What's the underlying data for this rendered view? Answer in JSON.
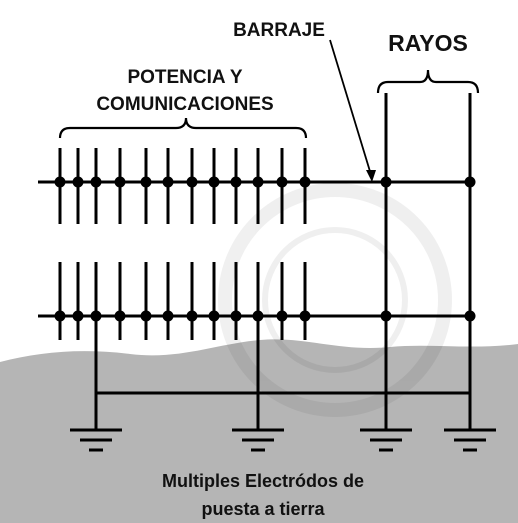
{
  "labels": {
    "barraje": "BARRAJE",
    "rayos": "RAYOS",
    "potencia_line1": "POTENCIA Y",
    "potencia_line2": "COMUNICACIONES",
    "ground_line1": "Multiples Electródos de",
    "ground_line2": "puesta a tierra"
  },
  "colors": {
    "ground_fill": "#b5b5b5",
    "lines": "#000000",
    "background": "#ffffff"
  },
  "watermark": "PUCP seal watermark"
}
